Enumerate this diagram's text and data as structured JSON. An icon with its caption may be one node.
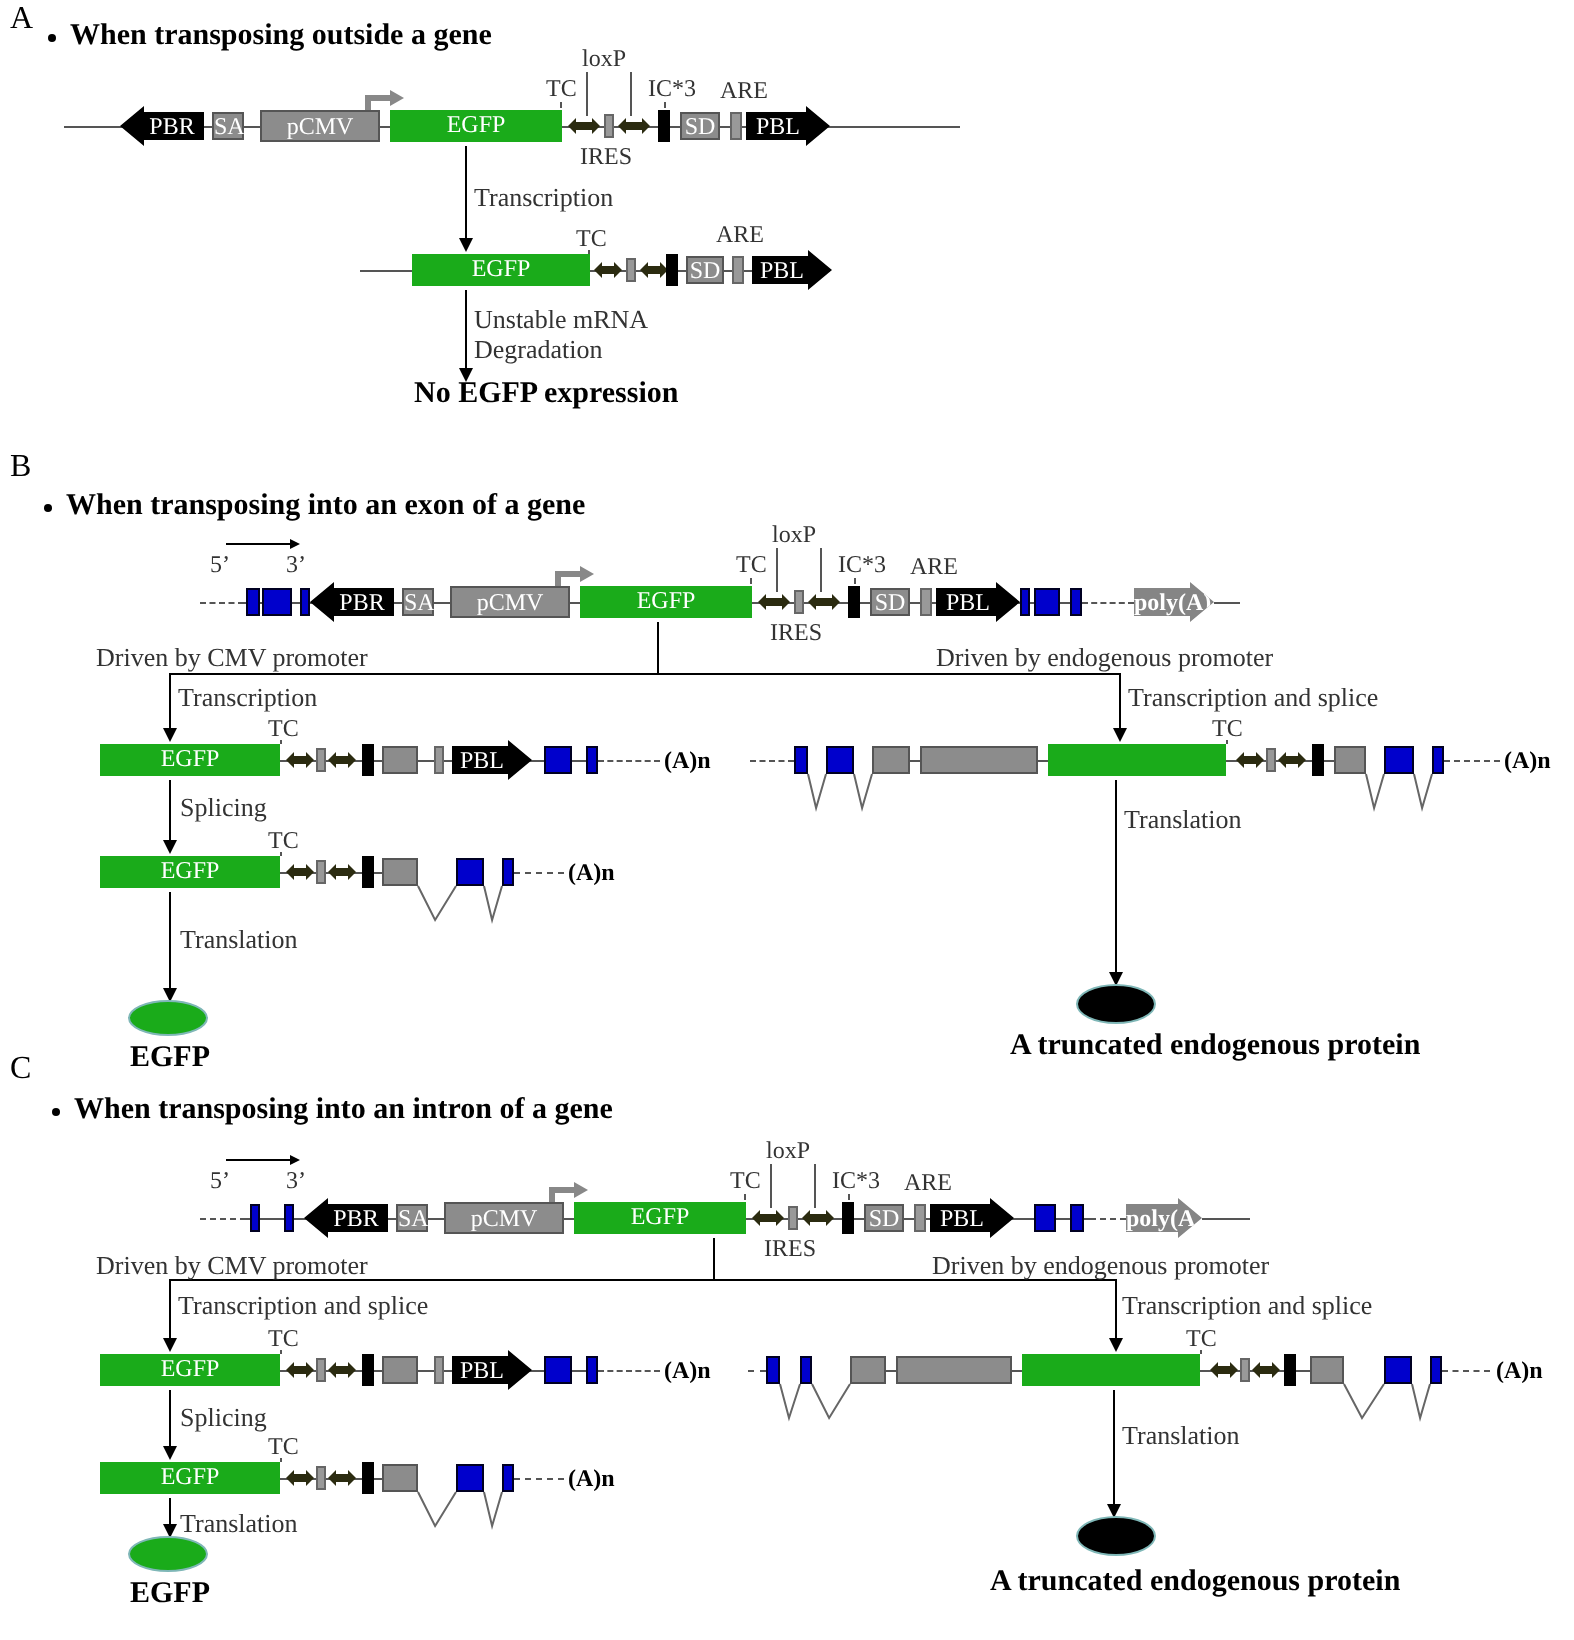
{
  "diagram": {
    "nodes": [
      {
        "text": [
          "PBR",
          "SA",
          "pCMV",
          "EGFP",
          "SD",
          "PBL"
        ],
        "beside": [
          "TC",
          "loxP",
          "IC*3",
          "ARE",
          "IRES"
        ]
      },
      {
        "text": [
          "EGFP",
          "SD",
          "PBL"
        ],
        "beside": [
          "TC",
          "ARE"
        ]
      },
      {
        "text": [
          "No EGFP expression"
        ]
      },
      {
        "text": [
          "PBR",
          "SA",
          "pCMV",
          "EGFP",
          "SD",
          "PBL",
          "poly(A)"
        ],
        "beside": [
          "5’",
          "3’",
          "TC",
          "loxP",
          "IC*3",
          "ARE",
          "IRES"
        ]
      },
      {
        "text": [
          "EGFP",
          "PBL"
        ],
        "beside": [
          "TC",
          "(A)n"
        ]
      },
      {
        "text": [],
        "shape": "bar",
        "beside": [
          "TC",
          "(A)n"
        ]
      },
      {
        "text": [
          "EGFP"
        ],
        "beside": [
          "TC",
          "(A)n"
        ]
      },
      {
        "text": [],
        "shape": "ellipse",
        "beside": [
          "EGFP"
        ]
      },
      {
        "text": [],
        "shape": "ellipse",
        "beside": [
          "A truncated endogenous protein"
        ]
      },
      {
        "text": [
          "PBR",
          "SA",
          "pCMV",
          "EGFP",
          "SD",
          "PBL",
          "poly(A"
        ],
        "beside": [
          "5’",
          "3’",
          "TC",
          "loxP",
          "IC*3",
          "ARE",
          "IRES"
        ]
      },
      {
        "text": [
          "EGFP",
          "PBL"
        ],
        "beside": [
          "TC",
          "(A)n"
        ]
      },
      {
        "text": [],
        "shape": "bar",
        "beside": [
          "TC",
          "(A)n"
        ]
      },
      {
        "text": [
          "EGFP"
        ],
        "beside": [
          "TC",
          "(A)n"
        ]
      },
      {
        "text": [],
        "shape": "ellipse",
        "beside": [
          "EGFP"
        ]
      },
      {
        "text": [],
        "shape": "ellipse",
        "beside": [
          "A truncated endogenous protein"
        ]
      }
    ],
    "edges": [
      {
        "from": 0,
        "to": 1,
        "arrow": "to",
        "label": "Transcription"
      },
      {
        "from": 1,
        "to": 2,
        "arrow": "to",
        "label": "Unstable mRNA Degradation"
      },
      {
        "from": 3,
        "to": 4,
        "arrow": "to",
        "label": "Transcription"
      },
      {
        "from": 3,
        "to": 5,
        "arrow": "to",
        "label": "Transcription and splice"
      },
      {
        "from": 4,
        "to": 6,
        "arrow": "to",
        "label": "Splicing"
      },
      {
        "from": 6,
        "to": 7,
        "arrow": "to",
        "label": "Translation"
      },
      {
        "from": 5,
        "to": 8,
        "arrow": "to",
        "label": "Translation"
      },
      {
        "from": 9,
        "to": 10,
        "arrow": "to",
        "label": "Transcription and splice"
      },
      {
        "from": 9,
        "to": 11,
        "arrow": "to",
        "label": "Transcription and splice"
      },
      {
        "from": 10,
        "to": 12,
        "arrow": "to",
        "label": "Splicing"
      },
      {
        "from": 12,
        "to": 13,
        "arrow": "to",
        "label": "Translation"
      },
      {
        "from": 11,
        "to": 14,
        "arrow": "to",
        "label": "Translation"
      }
    ],
    "labels": [
      "A",
      "When transposing outside a gene",
      "B",
      "When transposing into an exon of a gene",
      "Driven by CMV promoter",
      "Driven by endogenous promoter",
      "C",
      "When transposing into an intron of a gene",
      "Driven by CMV promoter",
      "Driven by endogenous promoter"
    ]
  }
}
